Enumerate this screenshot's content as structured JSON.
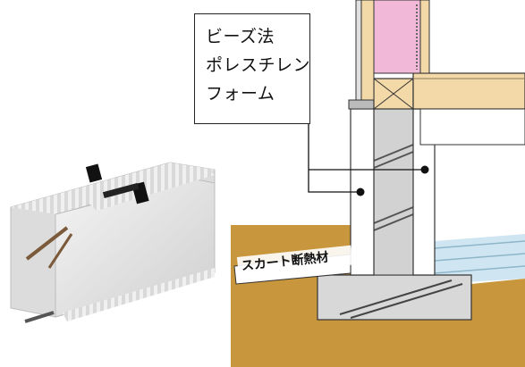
{
  "callout": {
    "lines": [
      "ビーズ法",
      "ポレスチレン",
      "フォーム"
    ]
  },
  "labels": {
    "skirt_insulation": "スカート断熱材"
  },
  "colors": {
    "soil": "#c8963c",
    "concrete": "#d8d8d8",
    "insulation": "#ffffff",
    "timber": "#f3d8a8",
    "wall_insulation": "#f2b8d8",
    "ground_water": "#c8e4f2",
    "leader_line": "#111111"
  },
  "icons": {
    "callout_marker_1": "dot-marker-icon",
    "callout_marker_2": "dot-marker-icon"
  }
}
